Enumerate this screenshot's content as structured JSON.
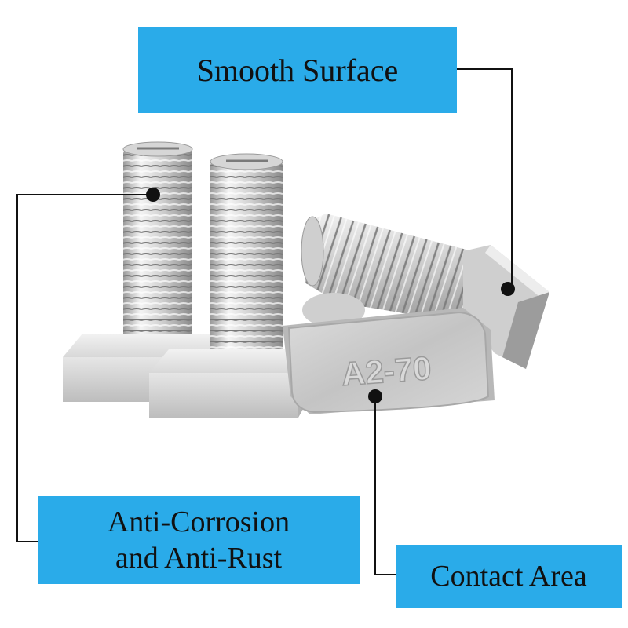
{
  "callouts": {
    "smooth_surface": "Smooth Surface",
    "anti_corrosion_line1": "Anti-Corrosion",
    "anti_corrosion_line2": "and Anti-Rust",
    "contact_area": "Contact Area"
  },
  "head_marking": "A2-70",
  "colors": {
    "label_bg": "#2aabe9",
    "line": "#111111",
    "steel_light": "#eeeeee",
    "steel_dark": "#8c8c8c"
  }
}
